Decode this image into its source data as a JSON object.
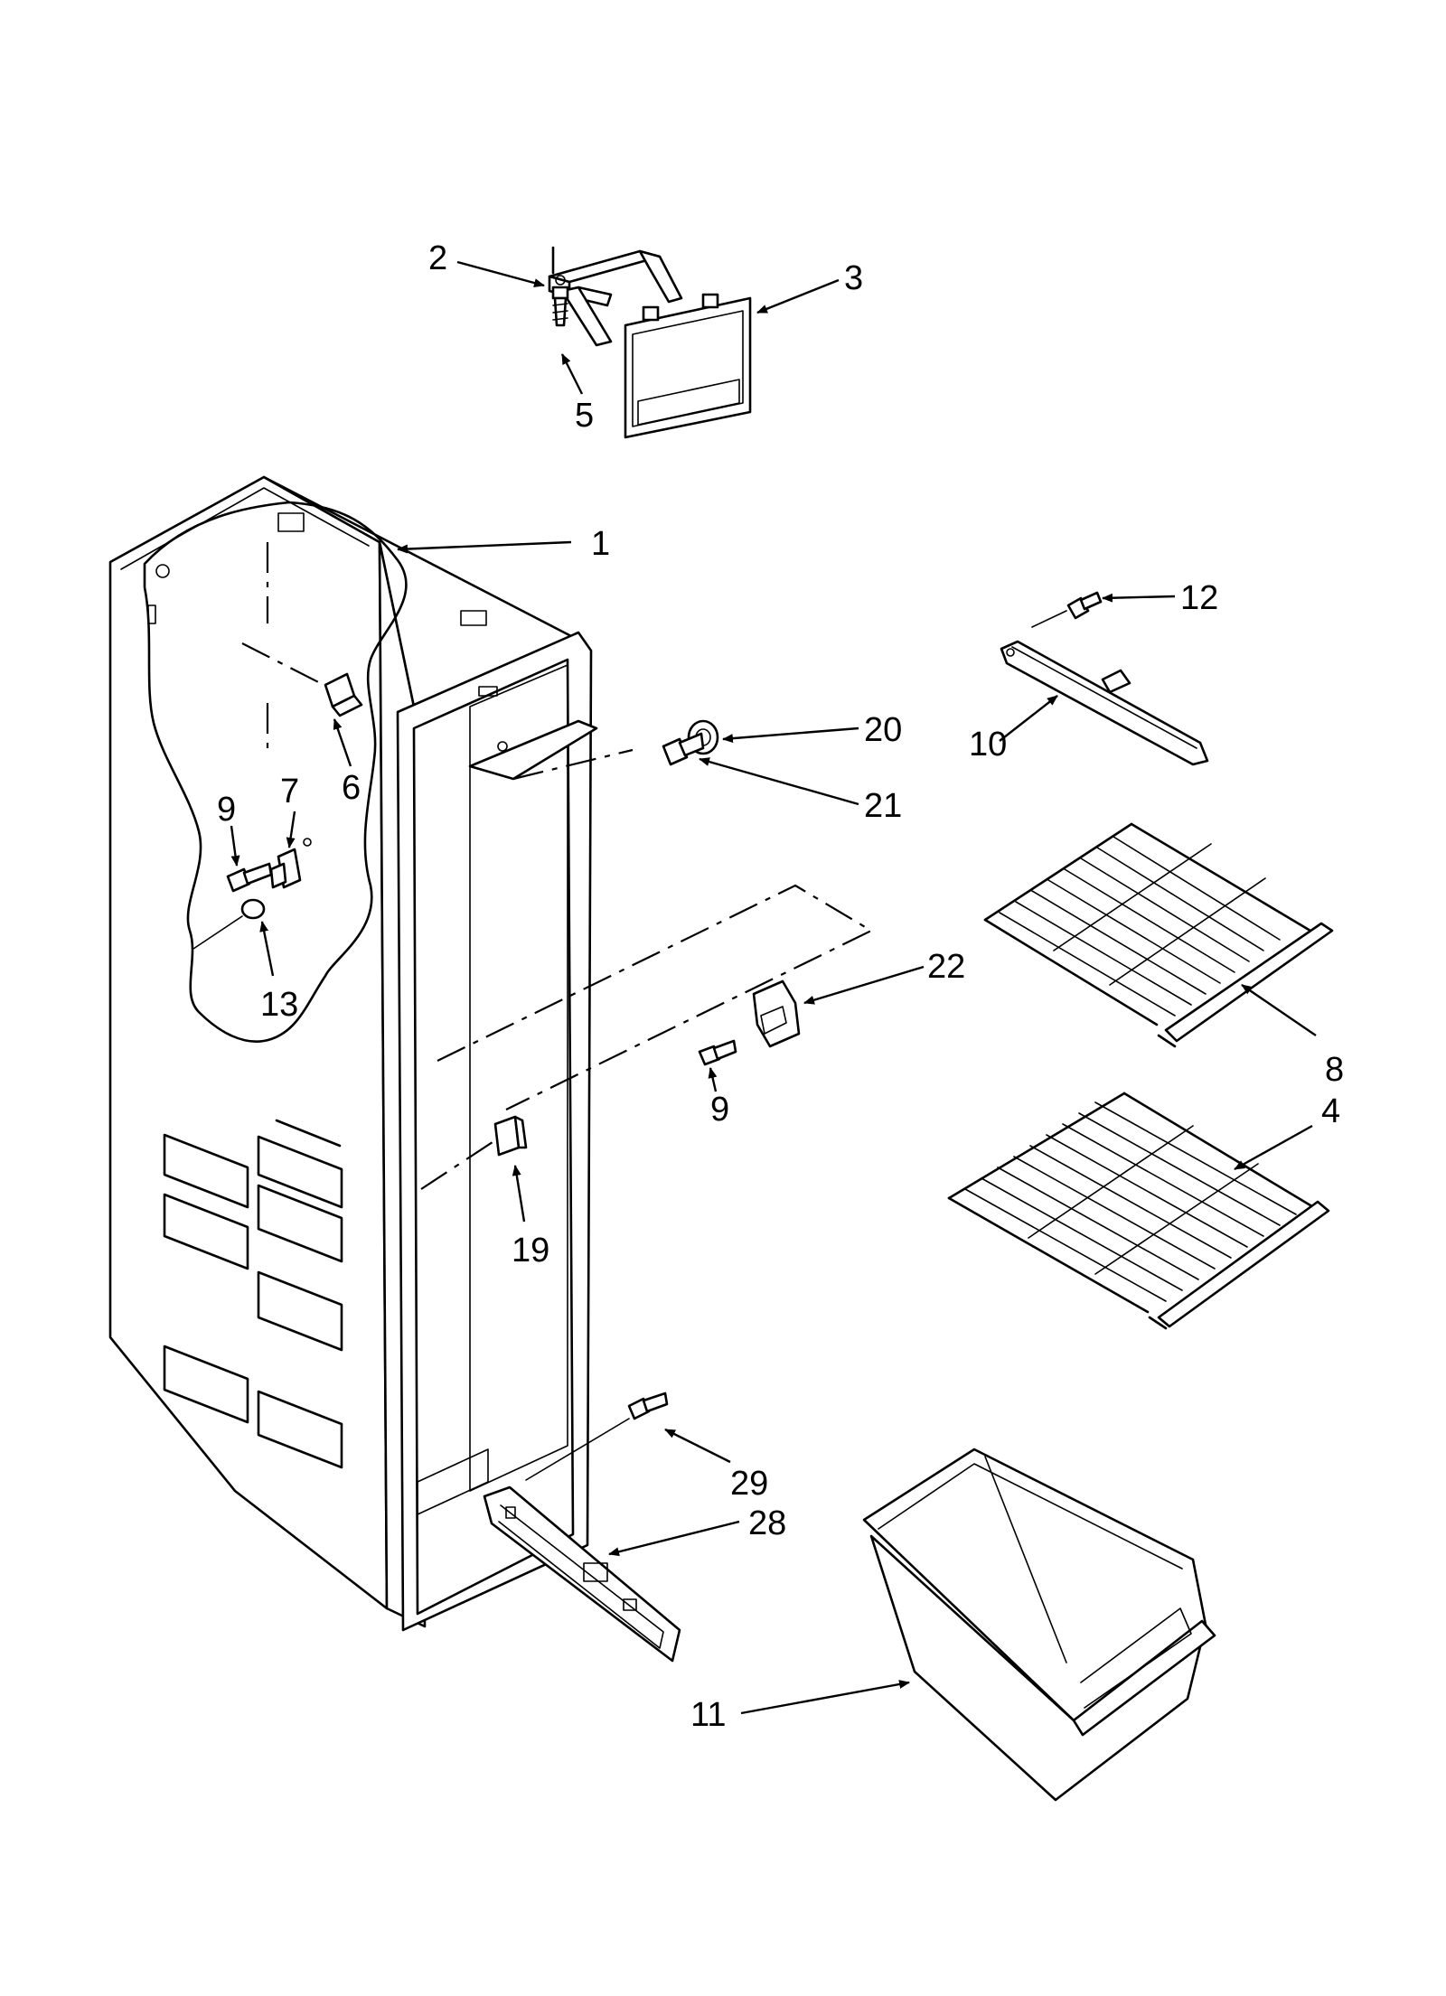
{
  "callouts": [
    {
      "id": "c2",
      "label": "2"
    },
    {
      "id": "c3",
      "label": "3"
    },
    {
      "id": "c5",
      "label": "5"
    },
    {
      "id": "c1",
      "label": "1"
    },
    {
      "id": "c12",
      "label": "12"
    },
    {
      "id": "c10",
      "label": "10"
    },
    {
      "id": "c20",
      "label": "20"
    },
    {
      "id": "c21",
      "label": "21"
    },
    {
      "id": "c6",
      "label": "6"
    },
    {
      "id": "c7",
      "label": "7"
    },
    {
      "id": "c9a",
      "label": "9"
    },
    {
      "id": "c13",
      "label": "13"
    },
    {
      "id": "c22",
      "label": "22"
    },
    {
      "id": "c9b",
      "label": "9"
    },
    {
      "id": "c8",
      "label": "8"
    },
    {
      "id": "c4",
      "label": "4"
    },
    {
      "id": "c19",
      "label": "19"
    },
    {
      "id": "c29",
      "label": "29"
    },
    {
      "id": "c28",
      "label": "28"
    },
    {
      "id": "c11",
      "label": "11"
    }
  ],
  "icons": {
    "arrowhead": "arrowhead-icon"
  }
}
